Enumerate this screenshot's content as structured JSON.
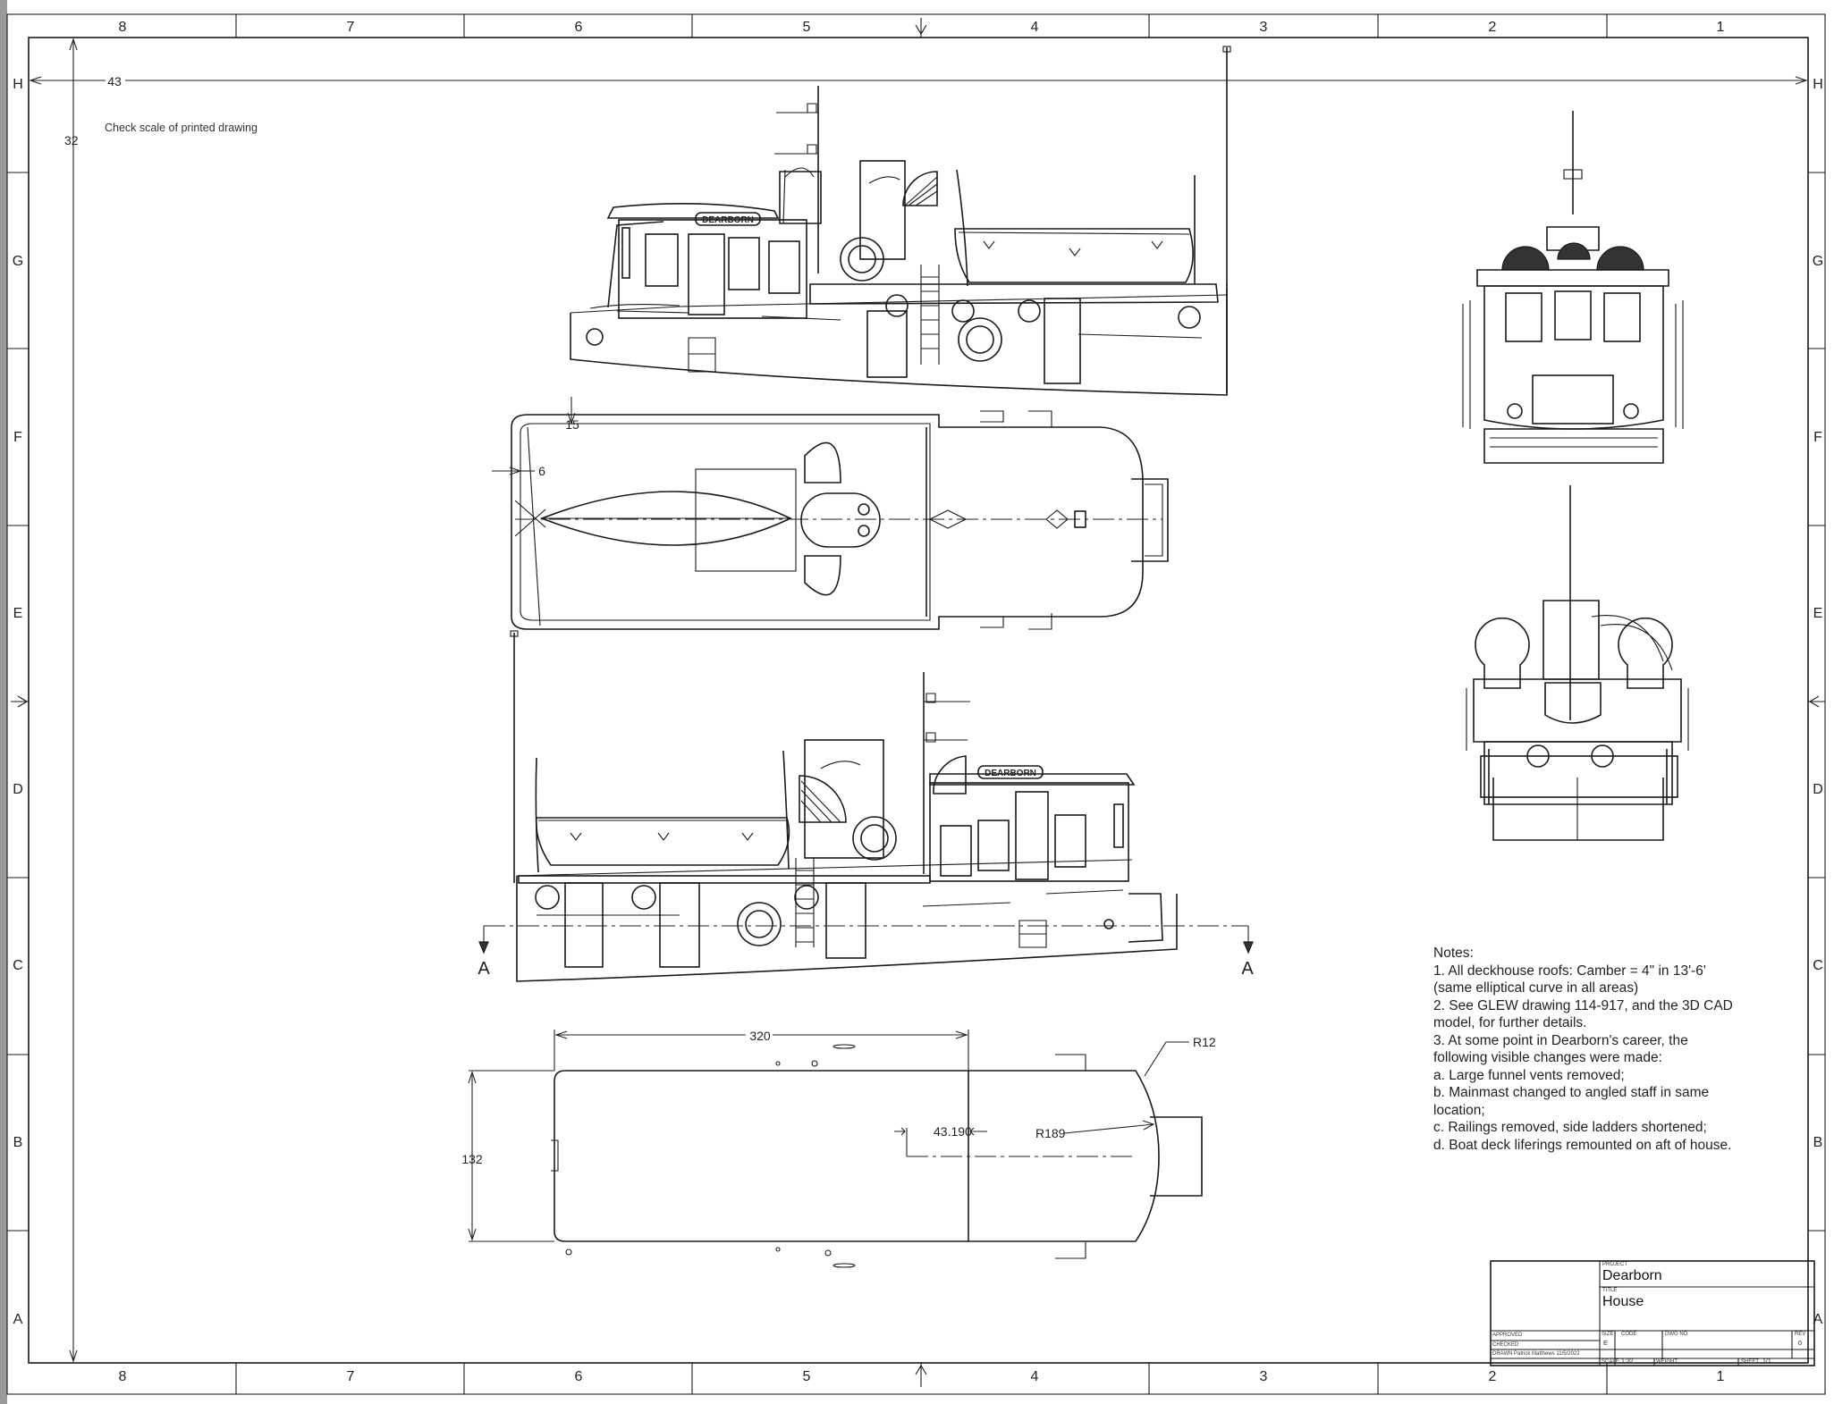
{
  "grid": {
    "columns": [
      "8",
      "7",
      "6",
      "5",
      "4",
      "3",
      "2",
      "1"
    ],
    "rows": [
      "H",
      "G",
      "F",
      "E",
      "D",
      "C",
      "B",
      "A"
    ]
  },
  "dimensions": {
    "sheet_width": "43",
    "sheet_height": "32",
    "deck_inset_top": "15",
    "deck_inset_side": "6",
    "house_length": "320",
    "house_width": "132",
    "corner_radius": "R12",
    "aft_offset": "43.190",
    "aft_radius": "R189"
  },
  "section_marks": {
    "left": "A",
    "right": "A"
  },
  "check_scale": "Check scale of printed drawing",
  "notes": {
    "title": "Notes:",
    "items": [
      "1. All deckhouse roofs: Camber = 4\" in 13'-6'",
      "(same elliptical curve in all areas)",
      "2. See GLEW drawing 114-917, and the 3D CAD",
      "model, for further details.",
      "3. At some point in Dearborn's career, the",
      "following visible changes were made:",
      "a. Large funnel vents removed;",
      "b. Mainmast changed to angled staff in same",
      "location;",
      "c. Railings removed, side ladders shortened;",
      "d. Boat deck liferings remounted on aft of house."
    ]
  },
  "nameplate": "DEARBORN",
  "title_block": {
    "project_label": "PROJECT",
    "project": "Dearborn",
    "title_label": "TITLE",
    "title": "House",
    "approved_label": "APPROVED",
    "checked_label": "CHECKED",
    "drawn_label": "DRAWN",
    "drawn_by": "Patrick Matthews 11/5/2022",
    "size_label": "SIZE",
    "size": "E",
    "code_label": "CODE",
    "dwg_label": "DWG NO",
    "rev_label": "REV",
    "rev": "0",
    "scale_label": "SCALE",
    "scale": "1:32",
    "weight_label": "WEIGHT",
    "sheet_label": "SHEET",
    "sheet": "1/1"
  },
  "colors": {
    "line": "#1a1a1a",
    "paper": "#ffffff",
    "edge": "#999999"
  }
}
